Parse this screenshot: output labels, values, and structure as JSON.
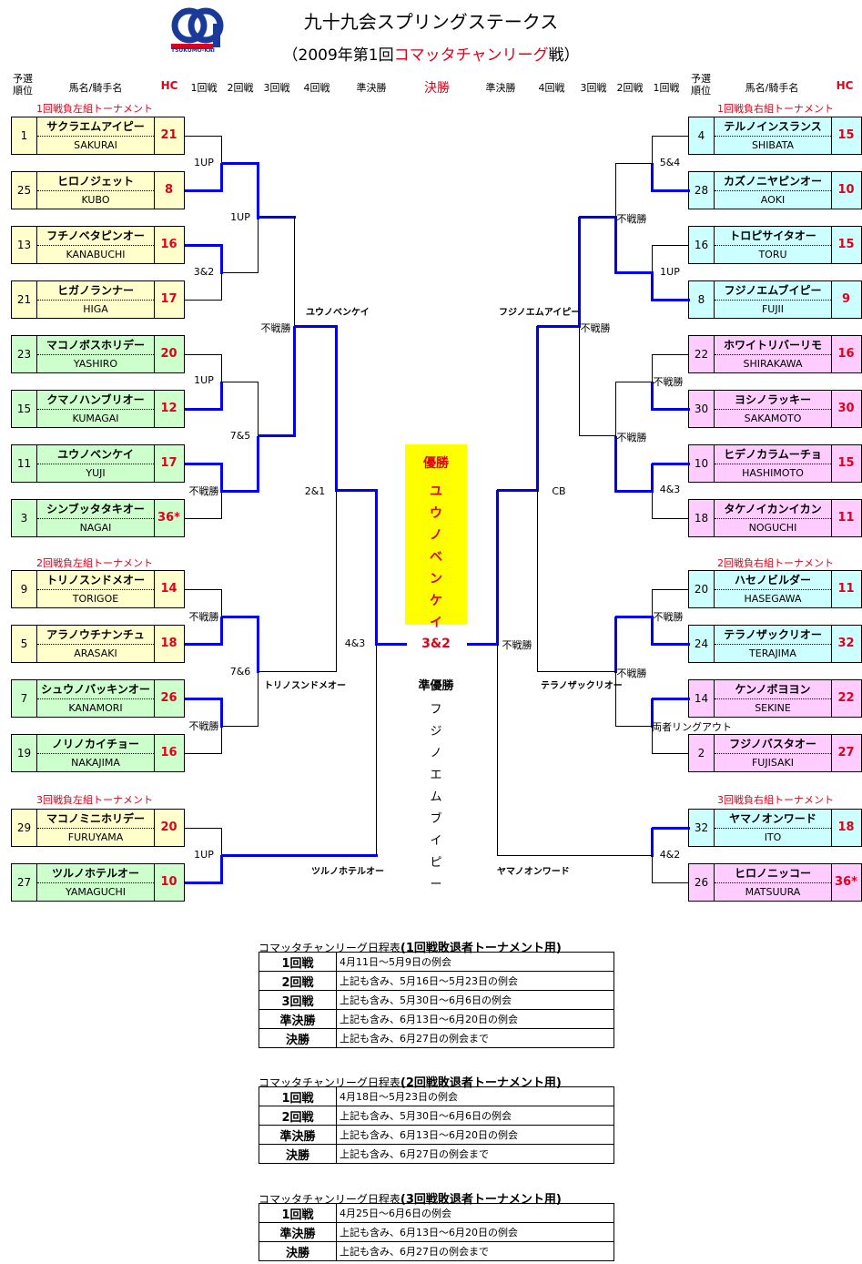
{
  "header": {
    "title": "九十九会スプリングステークス",
    "subtitle_open": "（2009年第1回",
    "subtitle_red": "コマッタチャンリーグ",
    "subtitle_close": "戦）",
    "logo_text": "TSUKUMO-KAI"
  },
  "columns": {
    "rank": "予選\n順位",
    "name": "馬名/騎手名",
    "hc": "HC",
    "r1": "1回戦",
    "r2": "2回戦",
    "r3": "3回戦",
    "r4": "4回戦",
    "semi": "準決勝",
    "final": "決勝"
  },
  "sections": {
    "l1": "1回戦負左組トーナメント",
    "r1": "1回戦負右組トーナメント",
    "l2": "2回戦負左組トーナメント",
    "r2": "2回戦負右組トーナメント",
    "l3": "3回戦負左組トーナメント",
    "r3": "3回戦負右組トーナメント"
  },
  "left_entries": [
    {
      "seed": "1",
      "horse": "サクラエムアイピー",
      "jockey": "SAKURAI",
      "hc": "21",
      "color": "yellow"
    },
    {
      "seed": "25",
      "horse": "ヒロノジェット",
      "jockey": "KUBO",
      "hc": "8",
      "color": "yellow"
    },
    {
      "seed": "13",
      "horse": "フチノベタピンオー",
      "jockey": "KANABUCHI",
      "hc": "16",
      "color": "yellow"
    },
    {
      "seed": "21",
      "horse": "ヒガノランナー",
      "jockey": "HIGA",
      "hc": "17",
      "color": "yellow"
    },
    {
      "seed": "23",
      "horse": "マコノボスホリデー",
      "jockey": "YASHIRO",
      "hc": "20",
      "color": "green"
    },
    {
      "seed": "15",
      "horse": "クマノハンブリオー",
      "jockey": "KUMAGAI",
      "hc": "12",
      "color": "green"
    },
    {
      "seed": "11",
      "horse": "ユウノベンケイ",
      "jockey": "YUJI",
      "hc": "17",
      "color": "green"
    },
    {
      "seed": "3",
      "horse": "シンブッタタキオー",
      "jockey": "NAGAI",
      "hc": "36*",
      "color": "green"
    },
    {
      "seed": "9",
      "horse": "トリノスンドメオー",
      "jockey": "TORIGOE",
      "hc": "14",
      "color": "yellow"
    },
    {
      "seed": "5",
      "horse": "アラノウチナンチュ",
      "jockey": "ARASAKI",
      "hc": "18",
      "color": "yellow"
    },
    {
      "seed": "7",
      "horse": "シュウノバッキンオー",
      "jockey": "KANAMORI",
      "hc": "26",
      "color": "green"
    },
    {
      "seed": "19",
      "horse": "ノリノカイチョー",
      "jockey": "NAKAJIMA",
      "hc": "16",
      "color": "green"
    },
    {
      "seed": "29",
      "horse": "マコノミニホリデー",
      "jockey": "FURUYAMA",
      "hc": "20",
      "color": "yellow"
    },
    {
      "seed": "27",
      "horse": "ツルノホテルオー",
      "jockey": "YAMAGUCHI",
      "hc": "10",
      "color": "green"
    }
  ],
  "right_entries": [
    {
      "seed": "4",
      "horse": "テルノインスランス",
      "jockey": "SHIBATA",
      "hc": "15",
      "color": "cyan"
    },
    {
      "seed": "28",
      "horse": "カズノニヤピンオー",
      "jockey": "AOKI",
      "hc": "10",
      "color": "cyan"
    },
    {
      "seed": "16",
      "horse": "トロピサイタオー",
      "jockey": "TORU",
      "hc": "15",
      "color": "cyan"
    },
    {
      "seed": "8",
      "horse": "フジノエムブイピー",
      "jockey": "FUJII",
      "hc": "9",
      "color": "cyan"
    },
    {
      "seed": "22",
      "horse": "ホワイトリバーリモ",
      "jockey": "SHIRAKAWA",
      "hc": "16",
      "color": "pink"
    },
    {
      "seed": "30",
      "horse": "ヨシノラッキー",
      "jockey": "SAKAMOTO",
      "hc": "30",
      "color": "pink"
    },
    {
      "seed": "10",
      "horse": "ヒデノカラムーチョ",
      "jockey": "HASHIMOTO",
      "hc": "15",
      "color": "pink"
    },
    {
      "seed": "18",
      "horse": "タケノイカンイカン",
      "jockey": "NOGUCHI",
      "hc": "11",
      "color": "pink"
    },
    {
      "seed": "20",
      "horse": "ハセノビルダー",
      "jockey": "HASEGAWA",
      "hc": "11",
      "color": "cyan"
    },
    {
      "seed": "24",
      "horse": "テラノザックリオー",
      "jockey": "TERAJIMA",
      "hc": "32",
      "color": "cyan"
    },
    {
      "seed": "14",
      "horse": "ケンノボヨヨン",
      "jockey": "SEKINE",
      "hc": "22",
      "color": "pink"
    },
    {
      "seed": "2",
      "horse": "フジノバスタオー",
      "jockey": "FUJISAKI",
      "hc": "27",
      "color": "pink"
    },
    {
      "seed": "32",
      "horse": "ヤマノオンワード",
      "jockey": "ITO",
      "hc": "18",
      "color": "cyan"
    },
    {
      "seed": "26",
      "horse": "ヒロノニッコー",
      "jockey": "MATSUURA",
      "hc": "36*",
      "color": "pink"
    }
  ],
  "results": {
    "l_r1_a": "1UP",
    "l_r1_b": "3&2",
    "l_r2_a": "1UP",
    "l_r1_c": "1UP",
    "l_r1_d": "不戦勝",
    "l_r2_b": "7&5",
    "l_r3": "不戦勝",
    "l_winner_top": "ユウノベンケイ",
    "l_semi": "2&1",
    "l2_r1_a": "不戦勝",
    "l2_r1_b": "不戦勝",
    "l2_r2": "7&6",
    "l2_winner": "トリノスンドメオー",
    "l_final_side": "4&3",
    "l3_r1": "1UP",
    "l3_winner": "ツルノホテルオー",
    "r_r1_a": "5&4",
    "r_r1_b": "1UP",
    "r_r2_a": "不戦勝",
    "r_r1_c": "不戦勝",
    "r_r1_d": "4&3",
    "r_r2_b": "不戦勝",
    "r_r3": "不戦勝",
    "r_winner_top": "フジノエムアイピー",
    "r_semi": "CB",
    "r2_r1_a": "不戦勝",
    "r2_r1_b": "両者リングアウト",
    "r2_r2": "不戦勝",
    "r2_winner": "テラノザックリオー",
    "r_final_side": "不戦勝",
    "r3_r1": "4&2",
    "r3_winner": "ヤマノオンワード"
  },
  "champion": {
    "label": "優勝",
    "name_chars": [
      "ユ",
      "ウ",
      "ノ",
      "ベ",
      "ン",
      "ケ",
      "イ"
    ],
    "final_result": "3&2",
    "runner_up_label": "準優勝",
    "runner_up_chars": [
      "フ",
      "ジ",
      "ノ",
      "エ",
      "ム",
      "ブ",
      "イ",
      "ピ",
      "ー"
    ]
  },
  "schedules": [
    {
      "caption_prefix": "コマッタチャンリーグ日程表",
      "caption_bold": "(1回戦敗退者トーナメント用)",
      "rows": [
        {
          "round": "1回戦",
          "dates": "4月11日～5月9日の例会"
        },
        {
          "round": "2回戦",
          "dates": "上記も含み、5月16日～5月23日の例会"
        },
        {
          "round": "3回戦",
          "dates": "上記も含み、5月30日～6月6日の例会"
        },
        {
          "round": "準決勝",
          "dates": "上記も含み、6月13日～6月20日の例会"
        },
        {
          "round": "決勝",
          "dates": "上記も含み、6月27日の例会まで"
        }
      ]
    },
    {
      "caption_prefix": "コマッタチャンリーグ日程表",
      "caption_bold": "(2回戦敗退者トーナメント用)",
      "rows": [
        {
          "round": "1回戦",
          "dates": "4月18日～5月23日の例会"
        },
        {
          "round": "2回戦",
          "dates": "上記も含み、5月30日～6月6日の例会"
        },
        {
          "round": "準決勝",
          "dates": "上記も含み、6月13日～6月20日の例会"
        },
        {
          "round": "決勝",
          "dates": "上記も含み、6月27日の例会まで"
        }
      ]
    },
    {
      "caption_prefix": "コマッタチャンリーグ日程表",
      "caption_bold": "(3回戦敗退者トーナメント用)",
      "rows": [
        {
          "round": "1回戦",
          "dates": "4月25日～6月6日の例会"
        },
        {
          "round": "準決勝",
          "dates": "上記も含み、6月13日～6月20日の例会"
        },
        {
          "round": "決勝",
          "dates": "上記も含み、6月27日の例会まで"
        }
      ]
    }
  ],
  "colors": {
    "yellow": "#ffffcc",
    "green": "#ccffcc",
    "cyan": "#ccffff",
    "pink": "#ffccff",
    "red": "#e0001a",
    "blue": "#0000ee",
    "champion_bg": "#ffff00"
  }
}
